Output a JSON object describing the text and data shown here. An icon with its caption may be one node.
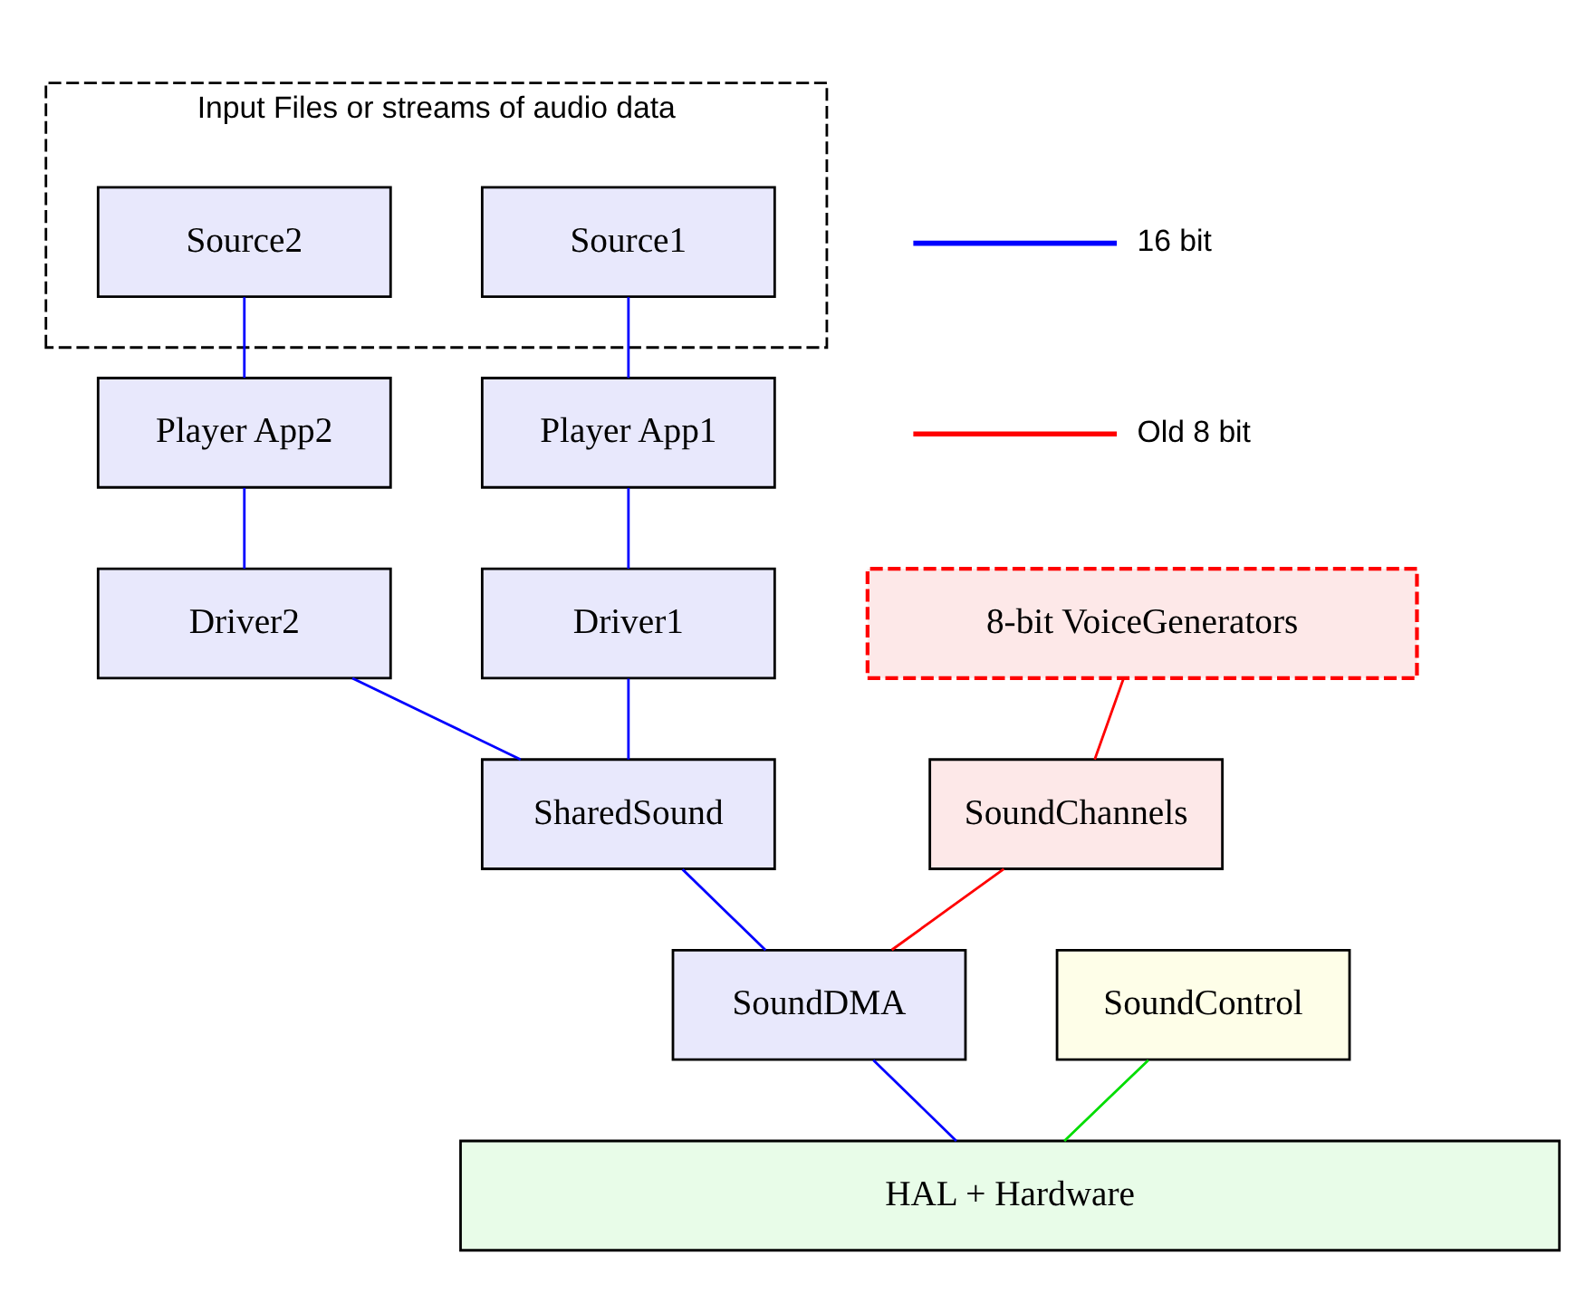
{
  "diagram": {
    "nodes": [
      {
        "text": [
          "Input Files or streams of audio data"
        ]
      },
      {
        "text": [
          "Source2"
        ],
        "in": 0
      },
      {
        "text": [
          "Source1"
        ],
        "in": 0
      },
      {
        "text": [
          "Player App2"
        ]
      },
      {
        "text": [
          "Player App1"
        ]
      },
      {
        "text": [
          "Driver2"
        ]
      },
      {
        "text": [
          "Driver1"
        ]
      },
      {
        "text": [
          "8-bit VoiceGenerators"
        ]
      },
      {
        "text": [
          "SharedSound"
        ]
      },
      {
        "text": [
          "SoundChannels"
        ]
      },
      {
        "text": [
          "SoundControl"
        ]
      },
      {
        "text": [
          "SoundDMA"
        ]
      },
      {
        "text": [
          "HAL + Hardware"
        ]
      }
    ],
    "edges": [
      {
        "from": 1,
        "to": 3,
        "arrow": "none"
      },
      {
        "from": 2,
        "to": 4,
        "arrow": "none"
      },
      {
        "from": 3,
        "to": 5,
        "arrow": "none"
      },
      {
        "from": 4,
        "to": 6,
        "arrow": "none"
      },
      {
        "from": 5,
        "to": 8,
        "arrow": "none"
      },
      {
        "from": 6,
        "to": 8,
        "arrow": "none"
      },
      {
        "from": 8,
        "to": 11,
        "arrow": "none"
      },
      {
        "from": 7,
        "to": 9,
        "arrow": "none",
        "color": "#ff0000"
      },
      {
        "from": 9,
        "to": 11,
        "arrow": "none",
        "color": "#ff0000"
      },
      {
        "from": 10,
        "to": 12,
        "arrow": "none",
        "color": "#00dd00"
      },
      {
        "from": 11,
        "to": 12,
        "arrow": "none"
      }
    ],
    "legend": [
      {
        "text": "16 bit"
      },
      {
        "text": "Old 8 bit"
      }
    ]
  }
}
